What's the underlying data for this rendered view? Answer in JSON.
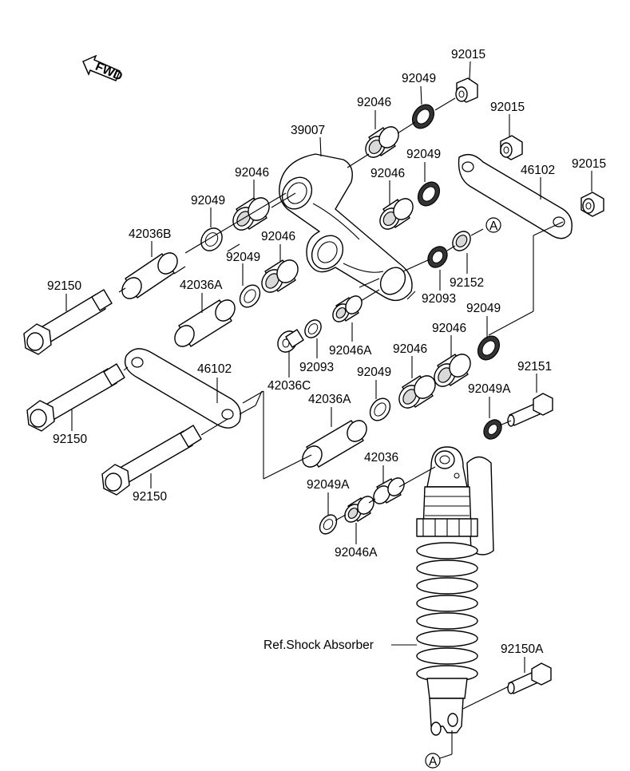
{
  "fwd_label": "FWD",
  "callouts": [
    {
      "id": "92015_top",
      "text": "92015"
    },
    {
      "id": "92049_top",
      "text": "92049"
    },
    {
      "id": "92046_top",
      "text": "92046"
    },
    {
      "id": "39007",
      "text": "39007"
    },
    {
      "id": "92015_mid",
      "text": "92015"
    },
    {
      "id": "92049_mid",
      "text": "92049"
    },
    {
      "id": "92046_mid",
      "text": "92046"
    },
    {
      "id": "46102_right",
      "text": "46102"
    },
    {
      "id": "92015_right",
      "text": "92015"
    },
    {
      "id": "92046_left",
      "text": "92046"
    },
    {
      "id": "92049_left",
      "text": "92049"
    },
    {
      "id": "42036B",
      "text": "42036B"
    },
    {
      "id": "92046_left2",
      "text": "92046"
    },
    {
      "id": "92049_left2",
      "text": "92049"
    },
    {
      "id": "92150_top",
      "text": "92150"
    },
    {
      "id": "42036A_top",
      "text": "42036A"
    },
    {
      "id": "92152",
      "text": "92152"
    },
    {
      "id": "92093_right",
      "text": "92093"
    },
    {
      "id": "92049_r2",
      "text": "92049"
    },
    {
      "id": "92046A_top",
      "text": "92046A"
    },
    {
      "id": "92046_c",
      "text": "92046"
    },
    {
      "id": "92093_left",
      "text": "92093"
    },
    {
      "id": "42036C",
      "text": "42036C"
    },
    {
      "id": "46102_left",
      "text": "46102"
    },
    {
      "id": "92046_c2",
      "text": "92046"
    },
    {
      "id": "92049_c",
      "text": "92049"
    },
    {
      "id": "92151",
      "text": "92151"
    },
    {
      "id": "92049A_right",
      "text": "92049A"
    },
    {
      "id": "92150_mid",
      "text": "92150"
    },
    {
      "id": "42036A_mid",
      "text": "42036A"
    },
    {
      "id": "42036",
      "text": "42036"
    },
    {
      "id": "92150_bot",
      "text": "92150"
    },
    {
      "id": "92049A_left",
      "text": "92049A"
    },
    {
      "id": "92046A_bot",
      "text": "92046A"
    },
    {
      "id": "ref_shock",
      "text": "Ref.Shock Absorber"
    },
    {
      "id": "92150A",
      "text": "92150A"
    }
  ],
  "reference_markers": [
    {
      "id": "marker_top",
      "text": "A"
    },
    {
      "id": "marker_bottom",
      "text": "A"
    }
  ]
}
